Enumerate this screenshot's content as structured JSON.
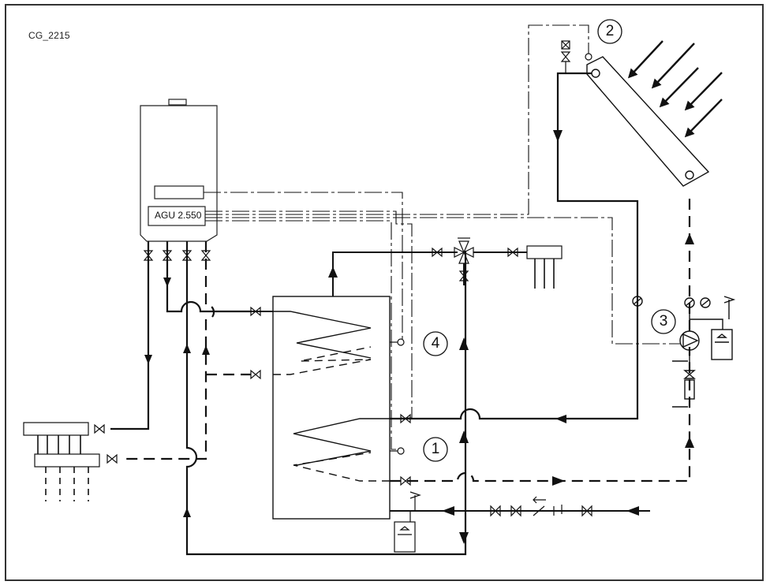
{
  "diagram": {
    "ref_id": "CG_2215",
    "controller_label": "AGU 2.550",
    "callouts": [
      "1",
      "2",
      "3",
      "4"
    ]
  },
  "colors": {
    "line": "#111111",
    "frame": "#333333",
    "background": "#ffffff"
  }
}
